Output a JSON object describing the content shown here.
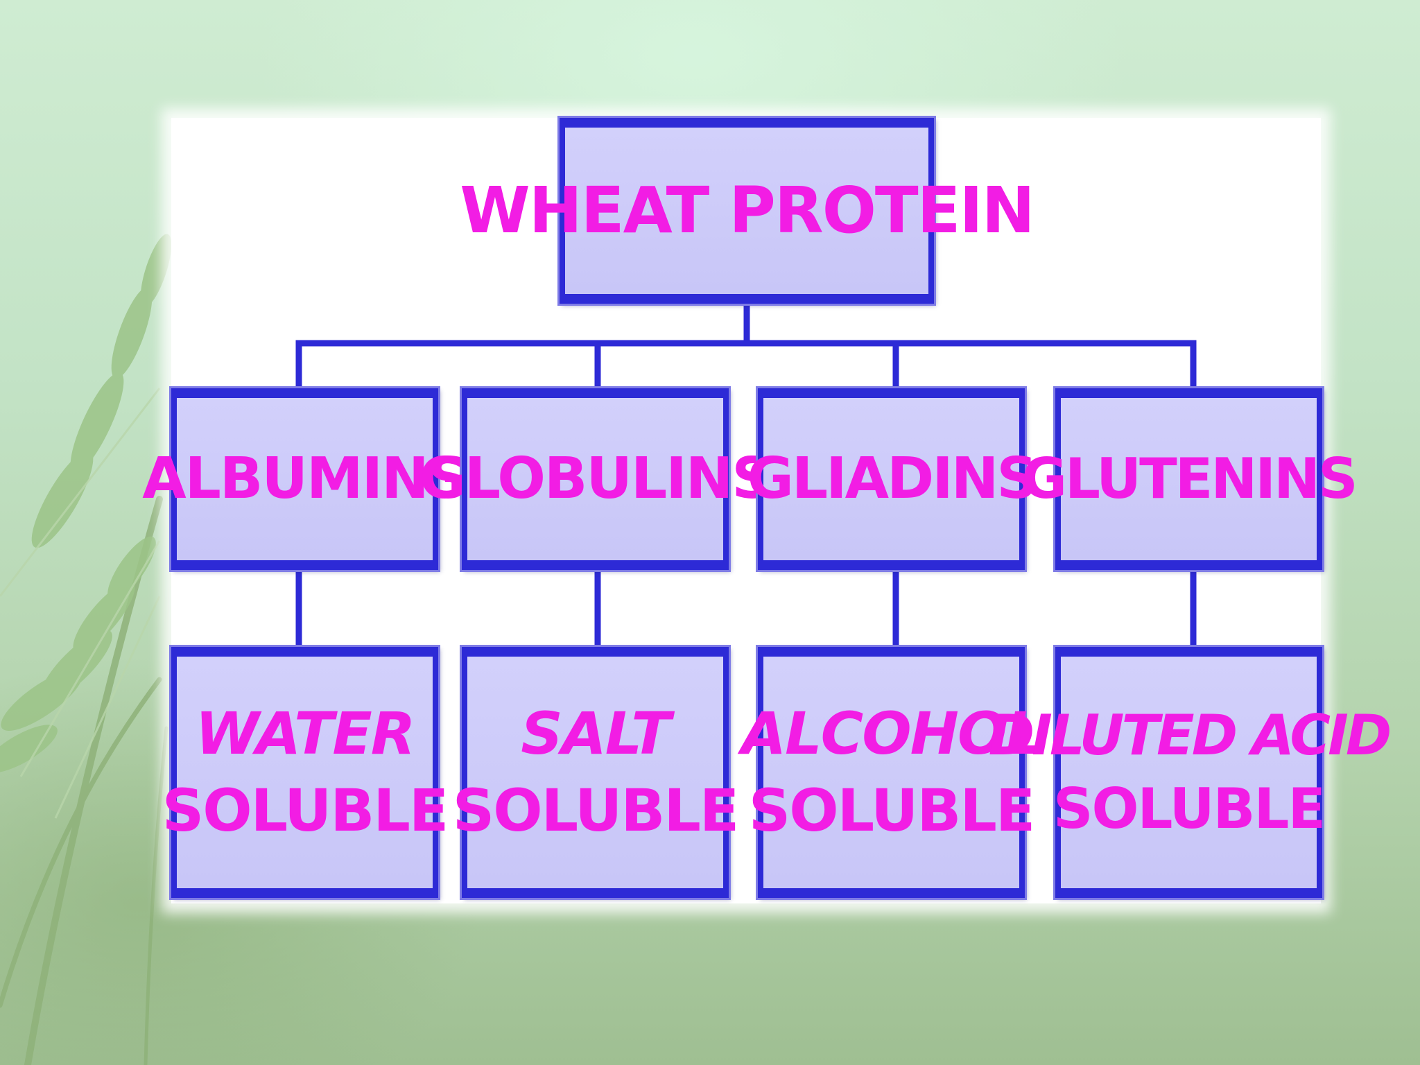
{
  "diagram": {
    "root": {
      "label": "WHEAT PROTEIN"
    },
    "branches": [
      {
        "class": "ALBUMINS",
        "solubility": [
          "WATER",
          "SOLUBLE"
        ]
      },
      {
        "class": "GLOBULINS",
        "solubility": [
          "SALT",
          "SOLUBLE"
        ]
      },
      {
        "class": "GLIADINS",
        "solubility": [
          "ALCOHOL",
          "SOLUBLE"
        ]
      },
      {
        "class": "GLUTENINS",
        "solubility": [
          "DILUTED ACID",
          "SOLUBLE"
        ]
      }
    ],
    "colors": {
      "box_fill": "#ccc9f8",
      "box_border": "#2d2ad6",
      "text": "#f21de4",
      "connector": "#2d2ad6",
      "panel": "#ffffff",
      "background": "#c3e3c6"
    }
  }
}
